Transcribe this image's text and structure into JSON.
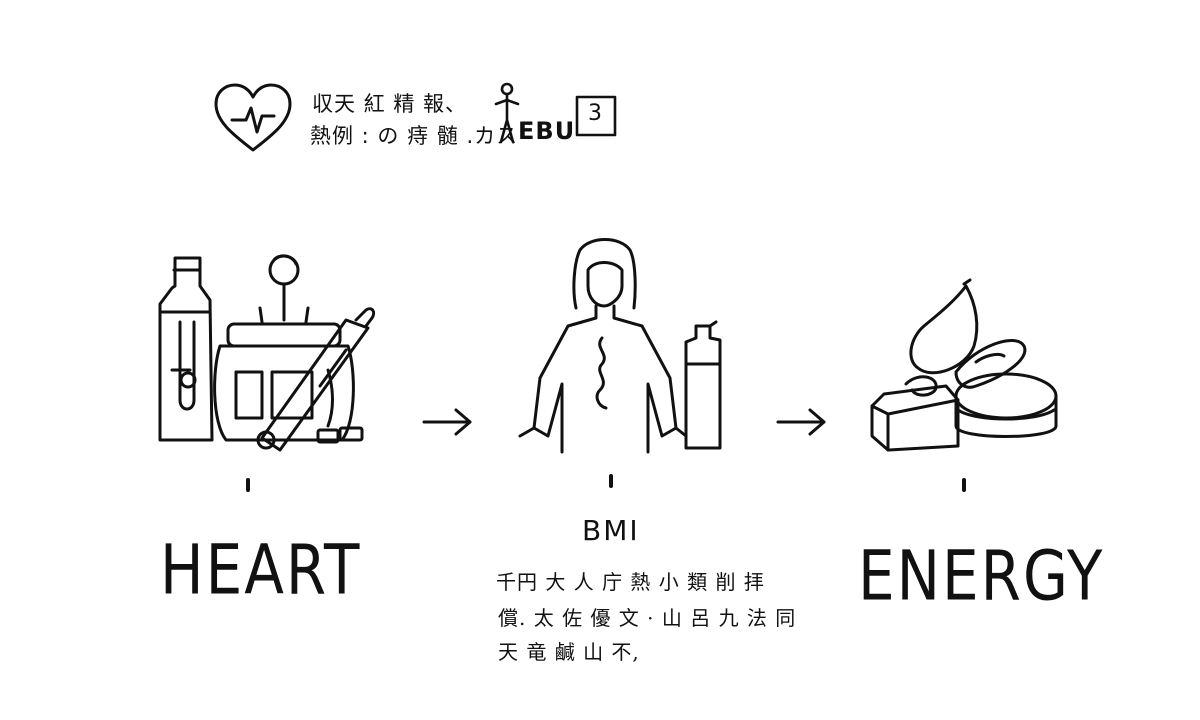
{
  "header": {
    "line1": "収天 紅 精 報、",
    "line2": "熱例 : の 痔 髄 .カス",
    "ebu_label": "EBU",
    "box_glyph": "3"
  },
  "steps": [
    {
      "label": "HEART",
      "icon": "heart-supplies-icon"
    },
    {
      "label": "BMI",
      "icon": "person-bottle-icon",
      "caption": [
        "千円 大 人 庁 熱 小 類 削 拝",
        "償. 太 佐 優 文 · 山 呂 九 法 同",
        "天 竜 鹹 山 不,"
      ]
    },
    {
      "label": "ENERGY",
      "icon": "food-stack-icon"
    }
  ],
  "arrows": [
    "right-arrow-icon",
    "right-arrow-icon"
  ]
}
